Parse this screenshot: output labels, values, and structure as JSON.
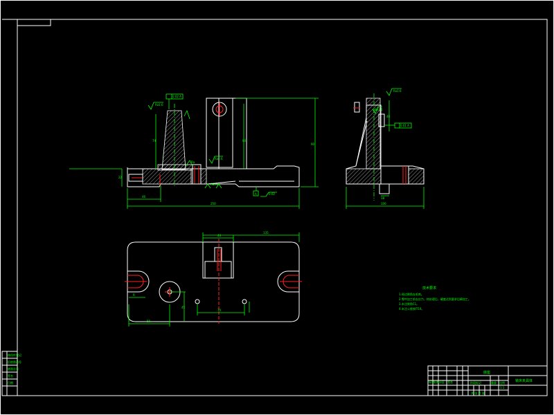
{
  "drawing": {
    "tech_requirements": {
      "title": "技术要求",
      "lines": [
        "1.锐边倒角去毛刺。",
        "2.零件加工前去应力，热处理后，硬度达到要求后精加工。",
        "3.未注倒角C1。",
        "4.未注公差按IT14。"
      ]
    },
    "title_block": {
      "part_name": "底座",
      "drawing_name": "铣床夹具体",
      "header_labels": [
        "标记",
        "处数",
        "分区",
        "签名"
      ],
      "stage_labels": [
        "阶段标记",
        "重量",
        "比例"
      ],
      "scale": "1:1",
      "sheet": "共 张 第 张"
    },
    "left_strip": {
      "labels": [
        "借用件登记",
        "旧底图总号",
        "底图总号",
        "签名",
        "日期"
      ]
    },
    "icons": [
      "roughness-symbol",
      "flatness-symbol",
      "datum-symbol",
      "center-line"
    ]
  }
}
